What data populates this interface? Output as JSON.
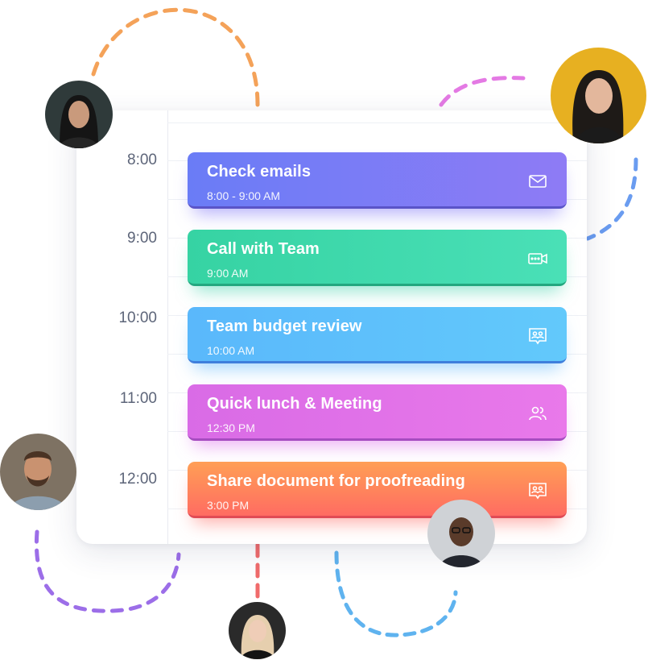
{
  "schedule": {
    "times": [
      "8:00",
      "9:00",
      "10:00",
      "11:00",
      "12:00"
    ],
    "events": [
      {
        "title": "Check emails",
        "time": "8:00 - 9:00 AM",
        "icon": "mail-icon"
      },
      {
        "title": "Call with Team",
        "time": "9:00 AM",
        "icon": "video-call-icon"
      },
      {
        "title": "Team budget review",
        "time": "10:00 AM",
        "icon": "chat-people-icon"
      },
      {
        "title": "Quick lunch & Meeting",
        "time": "12:30 PM",
        "icon": "users-icon"
      },
      {
        "title": "Share document for proofreading",
        "time": "3:00 PM",
        "icon": "chat-people-icon"
      }
    ]
  },
  "colors": {
    "orange_dash": "#f4a259",
    "pink_dash": "#e47ae4",
    "blue_dash": "#6a9cf0",
    "purple_dash": "#9c6ee8",
    "light_blue_dash": "#5fb3ef",
    "red_dash": "#f06b6b"
  }
}
